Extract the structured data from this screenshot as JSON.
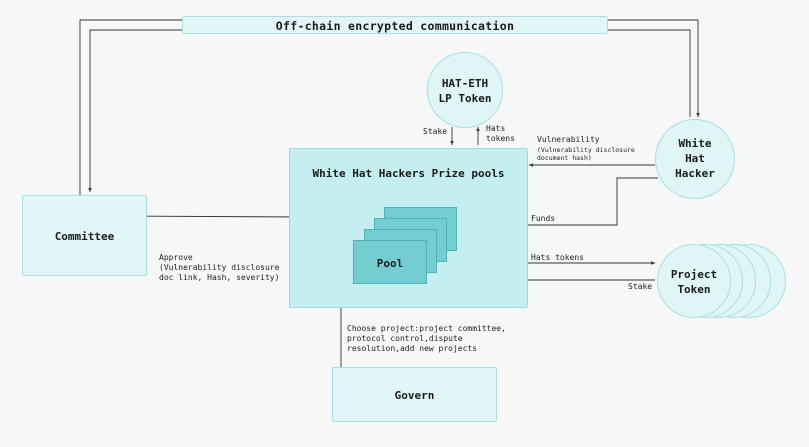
{
  "banner": {
    "label": "Off-chain encrypted communication"
  },
  "hat_eth": {
    "line1": "HAT-ETH",
    "line2": "LP Token"
  },
  "prize_pools": {
    "title": "White Hat Hackers Prize pools",
    "pool_label": "Pool"
  },
  "committee": {
    "label": "Committee"
  },
  "white_hat_hacker": {
    "line1": "White",
    "line2": "Hat",
    "line3": "Hacker"
  },
  "project_token": {
    "line1": "Project",
    "line2": "Token"
  },
  "govern": {
    "label": "Govern"
  },
  "edge_labels": {
    "stake_top": "Stake",
    "hats_tokens_top_1": "Hats",
    "hats_tokens_top_2": "tokens",
    "vulnerability_title": "Vulnerability",
    "vulnerability_detail_1": "(Vulnerability disclosure",
    "vulnerability_detail_2": "document hash)",
    "funds": "Funds",
    "hats_tokens_right": "Hats tokens",
    "stake_right": "Stake",
    "approve_1": "Approve",
    "approve_2": "(Vulnerability disclosure",
    "approve_3": "doc link, Hash, severity)",
    "govern_1": "Choose project:project committee,",
    "govern_2": "protocol control,dispute",
    "govern_3": "resolution,add new projects"
  },
  "colors": {
    "box_fill": "#e3f6f7",
    "pool_fill": "#74cdd0",
    "line": "#333333"
  }
}
